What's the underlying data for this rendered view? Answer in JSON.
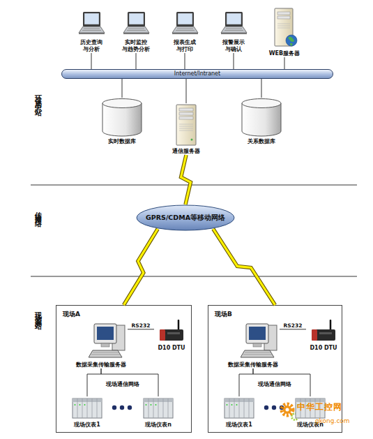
{
  "diagram": {
    "nodes": [
      {
        "text": [
          "历史查询 与分析"
        ]
      },
      {
        "text": [
          "实时监控 与趋势分析"
        ]
      },
      {
        "text": [
          "报表生成 与打印"
        ]
      },
      {
        "text": [
          "报警展示 与确认"
        ]
      },
      {
        "text": [
          "WEB服务器"
        ]
      },
      {
        "text": [
          "Internet/Intranet"
        ]
      },
      {
        "text": [
          "实时数据库"
        ]
      },
      {
        "text": [
          "通信服务器"
        ]
      },
      {
        "text": [
          "关系数据库"
        ]
      },
      {
        "text": [
          "GPRS/CDMA等移动网络"
        ]
      },
      {
        "text": [
          "现场A"
        ]
      },
      {
        "text": [
          "数据采集传输服务器"
        ],
        "in": 10
      },
      {
        "text": [
          "D10 DTU"
        ],
        "in": 10
      },
      {
        "text": [
          "现场仪表1"
        ],
        "in": 10
      },
      {
        "text": [
          "现场仪表n"
        ],
        "in": 10
      },
      {
        "text": [
          "现场B"
        ]
      },
      {
        "text": [
          "数据采集传输服务器"
        ],
        "in": 15
      },
      {
        "text": [
          "D10 DTU"
        ],
        "in": 15
      },
      {
        "text": [
          "现场仪表1"
        ],
        "in": 15
      },
      {
        "text": [
          "现场仪表n"
        ],
        "in": 15
      }
    ],
    "edges": [
      {
        "from": 0,
        "to": 5,
        "arrow": "none"
      },
      {
        "from": 1,
        "to": 5,
        "arrow": "none"
      },
      {
        "from": 2,
        "to": 5,
        "arrow": "none"
      },
      {
        "from": 3,
        "to": 5,
        "arrow": "none"
      },
      {
        "from": 4,
        "to": 5,
        "arrow": "none"
      },
      {
        "from": 5,
        "to": 6,
        "arrow": "none"
      },
      {
        "from": 5,
        "to": 7,
        "arrow": "none"
      },
      {
        "from": 5,
        "to": 8,
        "arrow": "none"
      },
      {
        "from": 7,
        "to": 9,
        "arrow": "none"
      },
      {
        "from": 9,
        "to": 10,
        "arrow": "none"
      },
      {
        "from": 9,
        "to": 15,
        "arrow": "none"
      },
      {
        "from": 11,
        "to": 12,
        "label": "RS232",
        "arrow": "none"
      },
      {
        "from": 11,
        "to": 13,
        "arrow": "none"
      },
      {
        "from": 11,
        "to": 14,
        "arrow": "none"
      },
      {
        "from": 16,
        "to": 17,
        "label": "RS232",
        "arrow": "none"
      },
      {
        "from": 16,
        "to": 18,
        "arrow": "none"
      },
      {
        "from": 16,
        "to": 19,
        "arrow": "none"
      }
    ],
    "labels": [
      "环保局中心站",
      "传输网络",
      "现场监测站",
      "现场通信网络",
      "现场通信网络",
      "中华工控网",
      "gkong.com"
    ]
  }
}
